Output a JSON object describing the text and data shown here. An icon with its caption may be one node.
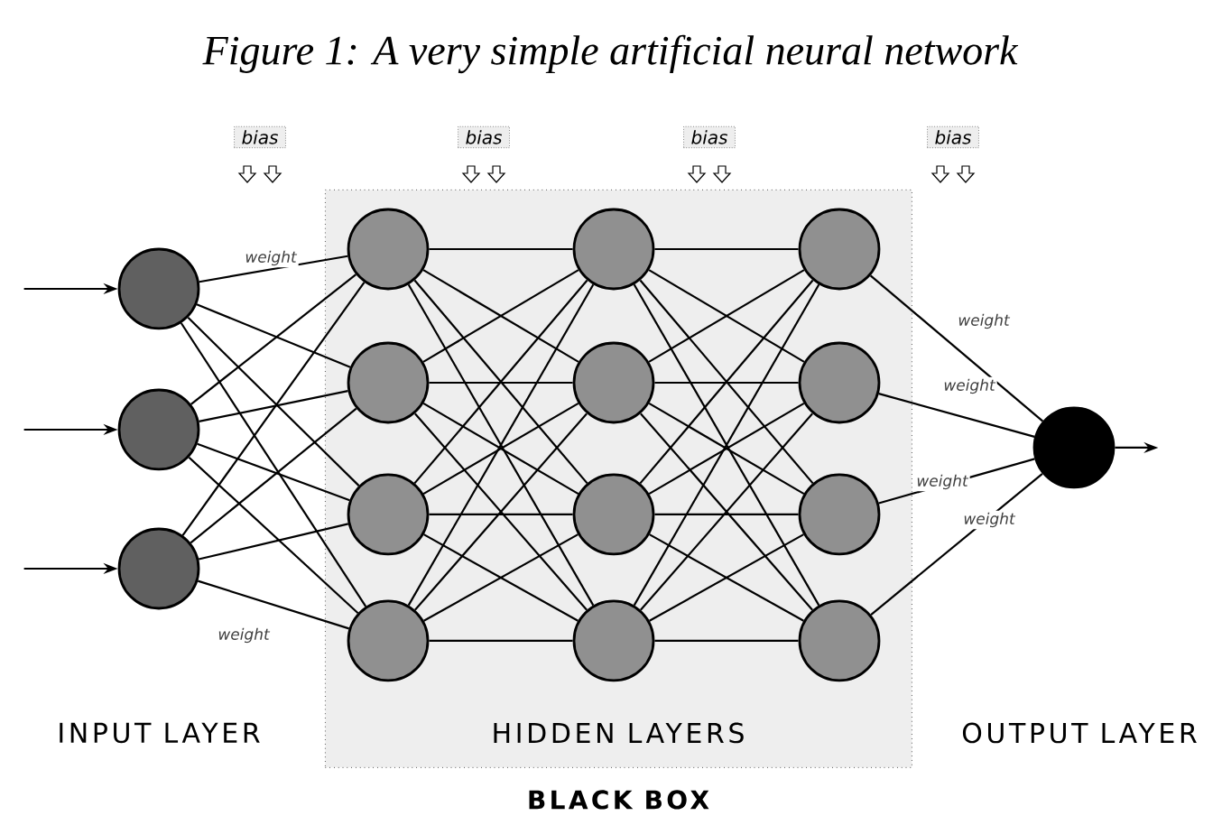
{
  "diagram": {
    "title": "Figure 1: A very simple artificial neural network",
    "nodes": [
      {
        "text": [
          "HIDDEN LAYERS",
          "BLACK BOX"
        ]
      },
      {
        "text": [],
        "shape": "circle"
      },
      {
        "text": [],
        "shape": "circle"
      },
      {
        "text": [],
        "shape": "circle"
      },
      {
        "text": [],
        "shape": "circle",
        "in": 0
      },
      {
        "text": [],
        "shape": "circle",
        "in": 0
      },
      {
        "text": [],
        "shape": "circle",
        "in": 0
      },
      {
        "text": [],
        "shape": "circle",
        "in": 0
      },
      {
        "text": [],
        "shape": "circle",
        "in": 0
      },
      {
        "text": [],
        "shape": "circle",
        "in": 0
      },
      {
        "text": [],
        "shape": "circle",
        "in": 0
      },
      {
        "text": [],
        "shape": "circle",
        "in": 0
      },
      {
        "text": [],
        "shape": "circle",
        "in": 0
      },
      {
        "text": [],
        "shape": "circle",
        "in": 0
      },
      {
        "text": [],
        "shape": "circle",
        "in": 0
      },
      {
        "text": [],
        "shape": "circle",
        "in": 0
      },
      {
        "text": [],
        "shape": "circle"
      },
      {
        "text": [
          "bias"
        ]
      },
      {
        "text": [
          "bias"
        ]
      },
      {
        "text": [
          "bias"
        ]
      },
      {
        "text": [
          "bias"
        ]
      }
    ],
    "edges": [
      {
        "from": null,
        "to": 1,
        "arrow": "to"
      },
      {
        "from": null,
        "to": 2,
        "arrow": "to"
      },
      {
        "from": null,
        "to": 3,
        "arrow": "to"
      },
      {
        "from": 1,
        "to": 4,
        "arrow": "none",
        "label": "weight"
      },
      {
        "from": 1,
        "to": 5,
        "arrow": "none"
      },
      {
        "from": 1,
        "to": 6,
        "arrow": "none"
      },
      {
        "from": 1,
        "to": 7,
        "arrow": "none"
      },
      {
        "from": 2,
        "to": 4,
        "arrow": "none"
      },
      {
        "from": 2,
        "to": 5,
        "arrow": "none"
      },
      {
        "from": 2,
        "to": 6,
        "arrow": "none"
      },
      {
        "from": 2,
        "to": 7,
        "arrow": "none"
      },
      {
        "from": 3,
        "to": 4,
        "arrow": "none"
      },
      {
        "from": 3,
        "to": 5,
        "arrow": "none"
      },
      {
        "from": 3,
        "to": 6,
        "arrow": "none"
      },
      {
        "from": 3,
        "to": 7,
        "arrow": "none",
        "label": "weight"
      },
      {
        "from": 4,
        "to": 8,
        "arrow": "none"
      },
      {
        "from": 4,
        "to": 9,
        "arrow": "none"
      },
      {
        "from": 4,
        "to": 10,
        "arrow": "none"
      },
      {
        "from": 4,
        "to": 11,
        "arrow": "none"
      },
      {
        "from": 5,
        "to": 8,
        "arrow": "none"
      },
      {
        "from": 5,
        "to": 9,
        "arrow": "none"
      },
      {
        "from": 5,
        "to": 10,
        "arrow": "none"
      },
      {
        "from": 5,
        "to": 11,
        "arrow": "none"
      },
      {
        "from": 6,
        "to": 8,
        "arrow": "none"
      },
      {
        "from": 6,
        "to": 9,
        "arrow": "none"
      },
      {
        "from": 6,
        "to": 10,
        "arrow": "none"
      },
      {
        "from": 6,
        "to": 11,
        "arrow": "none"
      },
      {
        "from": 7,
        "to": 8,
        "arrow": "none"
      },
      {
        "from": 7,
        "to": 9,
        "arrow": "none"
      },
      {
        "from": 7,
        "to": 10,
        "arrow": "none"
      },
      {
        "from": 7,
        "to": 11,
        "arrow": "none"
      },
      {
        "from": 8,
        "to": 12,
        "arrow": "none"
      },
      {
        "from": 8,
        "to": 13,
        "arrow": "none"
      },
      {
        "from": 8,
        "to": 14,
        "arrow": "none"
      },
      {
        "from": 8,
        "to": 15,
        "arrow": "none"
      },
      {
        "from": 9,
        "to": 12,
        "arrow": "none"
      },
      {
        "from": 9,
        "to": 13,
        "arrow": "none"
      },
      {
        "from": 9,
        "to": 14,
        "arrow": "none"
      },
      {
        "from": 9,
        "to": 15,
        "arrow": "none"
      },
      {
        "from": 10,
        "to": 12,
        "arrow": "none"
      },
      {
        "from": 10,
        "to": 13,
        "arrow": "none"
      },
      {
        "from": 10,
        "to": 14,
        "arrow": "none"
      },
      {
        "from": 10,
        "to": 15,
        "arrow": "none"
      },
      {
        "from": 11,
        "to": 12,
        "arrow": "none"
      },
      {
        "from": 11,
        "to": 13,
        "arrow": "none"
      },
      {
        "from": 11,
        "to": 14,
        "arrow": "none"
      },
      {
        "from": 11,
        "to": 15,
        "arrow": "none"
      },
      {
        "from": 12,
        "to": 16,
        "arrow": "none",
        "label": "weight"
      },
      {
        "from": 13,
        "to": 16,
        "arrow": "none",
        "label": "weight"
      },
      {
        "from": 14,
        "to": 16,
        "arrow": "none",
        "label": "weight"
      },
      {
        "from": 15,
        "to": 16,
        "arrow": "none",
        "label": "weight"
      },
      {
        "from": 16,
        "to": null,
        "arrow": "to"
      }
    ],
    "labels": [
      "INPUT LAYER",
      "OUTPUT LAYER"
    ]
  }
}
